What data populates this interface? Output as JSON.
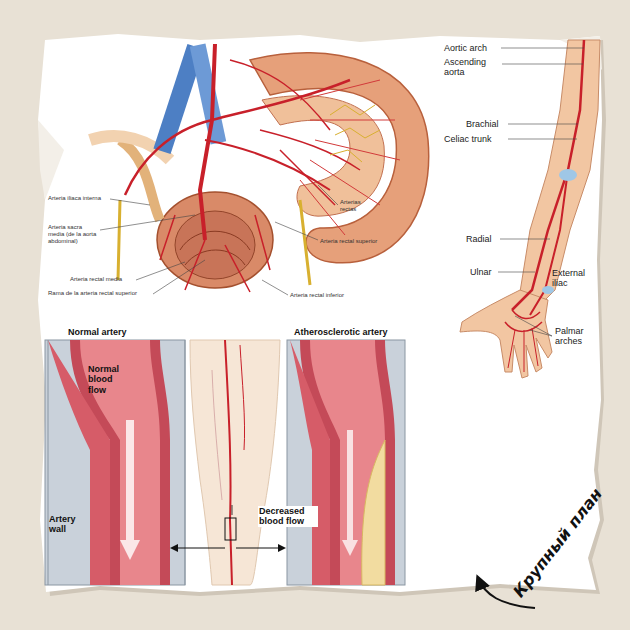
{
  "diagram": {
    "labels": [
      "Arteria iliaca interna",
      "Arteria sacra media (de la aorta abdominal)",
      "Arteria rectal media",
      "Rama de la arteria rectal superior",
      "Arterias rectas",
      "Arteria rectal superior",
      "Arteria rectal inferior",
      "Aortic arch",
      "Ascending aorta",
      "Brachial",
      "Celiac trunk",
      "Radial",
      "Ulnar",
      "External iliac",
      "Palmar arches",
      "Normal artery",
      "Atherosclerotic artery",
      "Normal blood flow",
      "Artery wall",
      "Decreased blood flow",
      "Крупный план"
    ]
  }
}
